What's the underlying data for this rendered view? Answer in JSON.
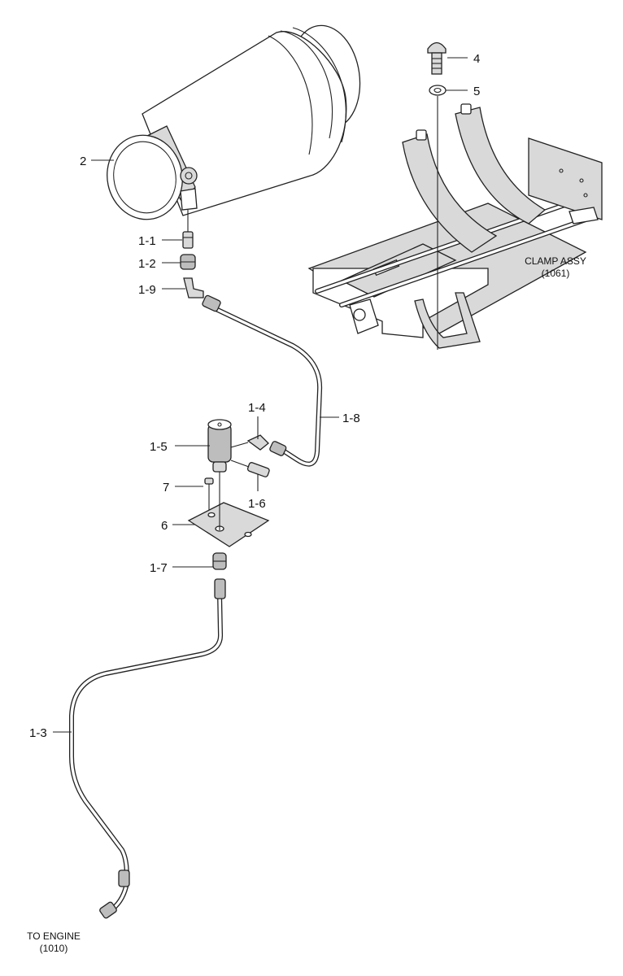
{
  "callouts": {
    "c1_1": "1-1",
    "c1_2": "1-2",
    "c1_9": "1-9",
    "c2": "2",
    "c4": "4",
    "c5": "5",
    "c1_4": "1-4",
    "c1_5": "1-5",
    "c1_6": "1-6",
    "c1_7": "1-7",
    "c1_8": "1-8",
    "c1_3": "1-3",
    "c6": "6",
    "c7": "7"
  },
  "notes": {
    "clamp_title": "CLAMP ASSY",
    "clamp_ref": "(1061)",
    "engine_title": "TO ENGINE",
    "engine_ref": "(1010)"
  }
}
